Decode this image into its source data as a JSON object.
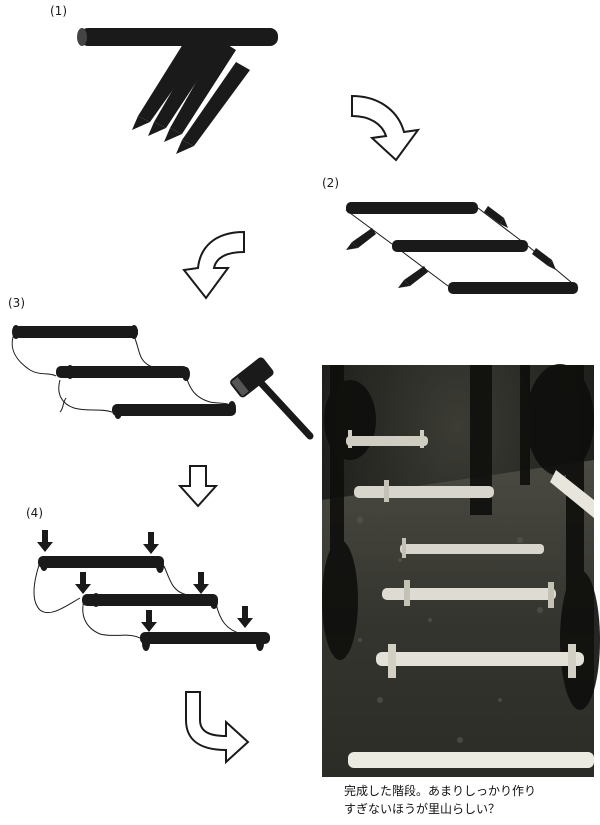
{
  "steps": {
    "s1": "(1)",
    "s2": "(2)",
    "s3": "(3)",
    "s4": "(4)"
  },
  "caption": {
    "line1": "完成した階段。あまりしっかり作り",
    "line2": "すぎないほうが里山らしい？"
  },
  "icons": {
    "flow_arrow": "curved-arrow-icon",
    "stake": "stake-icon",
    "hammer": "hammer-icon",
    "down_arrow": "down-arrow-icon"
  },
  "colors": {
    "ink": "#1a1a1a",
    "arrow_fill": "#ffffff",
    "photo_dark": "#2a2a24",
    "photo_log": "#d8d6cc"
  }
}
